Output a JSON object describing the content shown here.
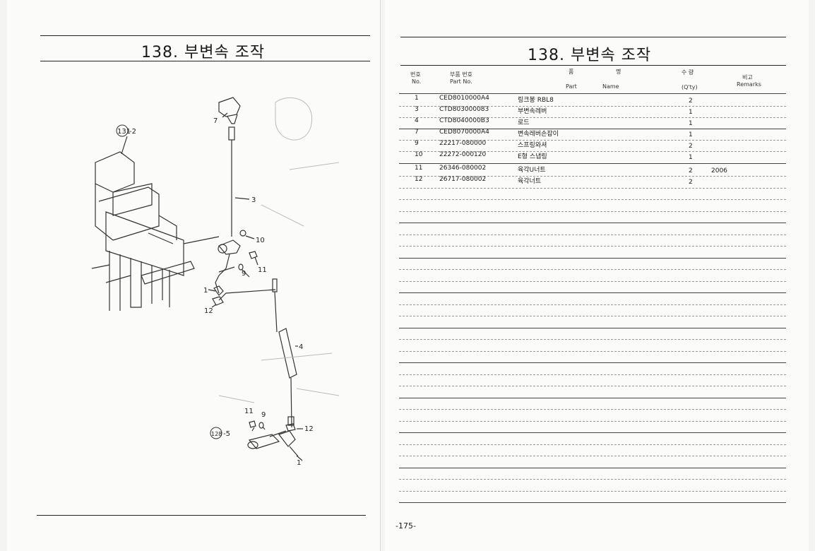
{
  "left_page": {
    "title": "138. 부변속 조작",
    "callouts": [
      "131",
      "-2",
      "7",
      "3",
      "10",
      "11",
      "9",
      "1",
      "12",
      "4",
      "11",
      "9",
      "128",
      "-5",
      "12",
      "1"
    ]
  },
  "right_page": {
    "title": "138. 부변속 조작",
    "headers": {
      "no_ko": "번호",
      "no_en": "No.",
      "part_no_ko": "부품 번호",
      "part_no_en": "Part  No.",
      "name_ko_1": "품",
      "name_ko_2": "명",
      "name_en_1": "Part",
      "name_en_2": "Name",
      "qty_ko": "수 량",
      "qty_en": "(Q'ty)",
      "remarks_ko": "비고",
      "remarks_en": "Remarks"
    },
    "rows": [
      {
        "no": "1",
        "part_no": "CED8010000A4",
        "name": "링크봉 RBL8",
        "qty": "2",
        "remarks": ""
      },
      {
        "no": "3",
        "part_no": "CTD803000083",
        "name": "부변속레버",
        "qty": "1",
        "remarks": ""
      },
      {
        "no": "4",
        "part_no": "CTD8040000B3",
        "name": "로드",
        "qty": "1",
        "remarks": ""
      },
      {
        "no": "7",
        "part_no": "CED8070000A4",
        "name": "변속레버손잡이",
        "qty": "1",
        "remarks": ""
      },
      {
        "no": "9",
        "part_no": "22217-080000",
        "name": "스프링와셔",
        "qty": "2",
        "remarks": ""
      },
      {
        "no": "10",
        "part_no": "22272-000120",
        "name": "E형 스냅링",
        "qty": "1",
        "remarks": ""
      },
      {
        "no": "11",
        "part_no": "26346-080002",
        "name": "육각U너트",
        "qty": "2",
        "remarks": "2006"
      },
      {
        "no": "12",
        "part_no": "26717-080002",
        "name": "육각너트",
        "qty": "2",
        "remarks": ""
      }
    ],
    "page_number": "-175-"
  }
}
